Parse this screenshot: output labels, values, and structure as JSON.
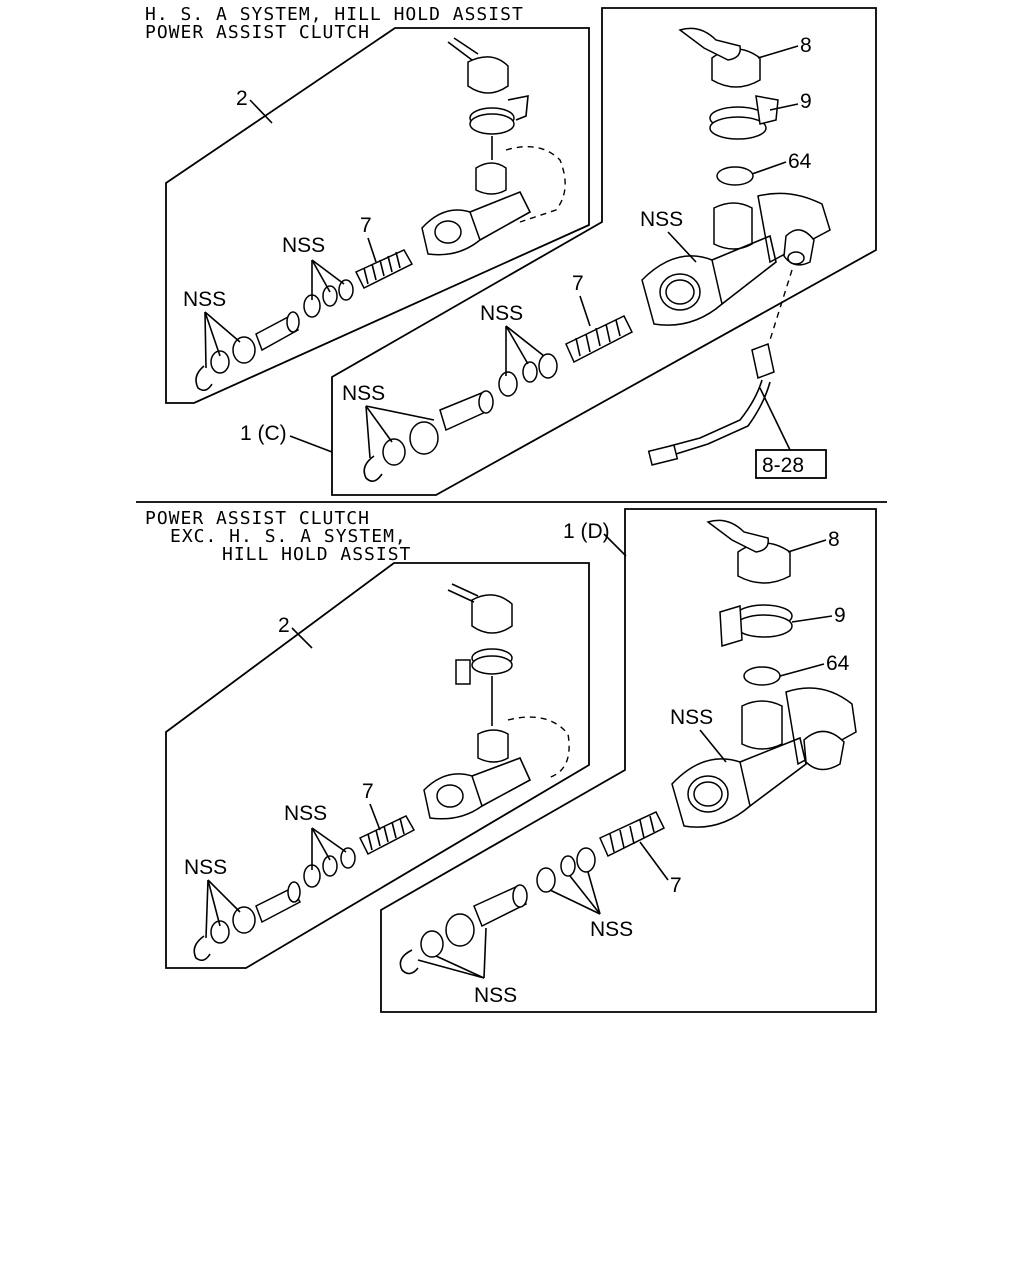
{
  "upper": {
    "caption_line1": "H. S. A SYSTEM, HILL HOLD ASSIST",
    "caption_line2": "POWER ASSIST CLUTCH",
    "label_2": "2",
    "label_7_left": "7",
    "label_nss_left_a": "NSS",
    "label_nss_left_b": "NSS",
    "label_8": "8",
    "label_9": "9",
    "label_64": "64",
    "label_nss_body": "NSS",
    "label_7_right": "7",
    "label_nss_right_a": "NSS",
    "label_nss_right_b": "NSS",
    "label_1c": "1 (C)",
    "ref_box": "8-28"
  },
  "lower": {
    "caption_line1": "POWER ASSIST CLUTCH",
    "caption_line2": "EXC. H. S. A SYSTEM,",
    "caption_line3": "HILL HOLD ASSIST",
    "label_2": "2",
    "label_7_left": "7",
    "label_nss_left_a": "NSS",
    "label_nss_left_b": "NSS",
    "label_1d": "1 (D)",
    "label_8": "8",
    "label_9": "9",
    "label_64": "64",
    "label_nss_body": "NSS",
    "label_7_right": "7",
    "label_nss_right_a": "NSS",
    "label_nss_right_b": "NSS"
  }
}
